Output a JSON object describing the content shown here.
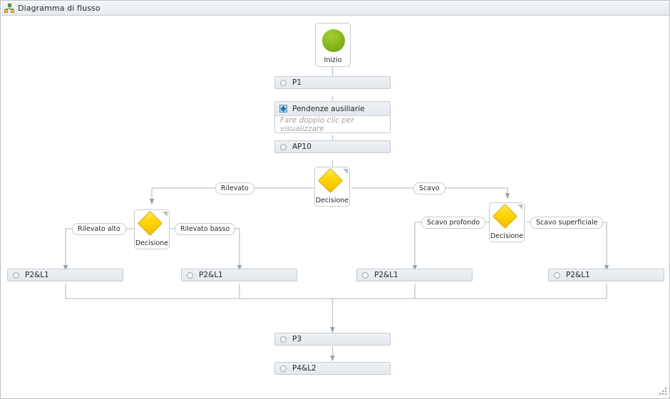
{
  "window": {
    "title": "Diagramma di flusso",
    "title_icon": "hierarchy-icon",
    "resize_grip": "resize-grip-icon"
  },
  "colors": {
    "decision_fill": "#ffd300",
    "start_fill": "#8cbd1e",
    "node_bg": "#e8ebee",
    "node_border": "#c6ccd2",
    "edge": "#aab4bf",
    "hint_text": "#a9a2a2"
  },
  "diagram": {
    "start": {
      "label": "Inizio",
      "icon": "green-circle-icon"
    },
    "nodes": [
      {
        "id": "p1",
        "label": "P1",
        "icon": "circle-outline-icon"
      },
      {
        "id": "ap10",
        "label": "AP10",
        "icon": "circle-outline-icon"
      },
      {
        "id": "p2l1_a",
        "label": "P2&L1",
        "icon": "circle-outline-icon"
      },
      {
        "id": "p2l1_b",
        "label": "P2&L1",
        "icon": "circle-outline-icon"
      },
      {
        "id": "p2l1_c",
        "label": "P2&L1",
        "icon": "circle-outline-icon"
      },
      {
        "id": "p2l1_d",
        "label": "P2&L1",
        "icon": "circle-outline-icon"
      },
      {
        "id": "p3",
        "label": "P3",
        "icon": "circle-outline-icon"
      },
      {
        "id": "p4l2",
        "label": "P4&L2",
        "icon": "circle-outline-icon"
      }
    ],
    "composite": {
      "title": "Pendenze ausiliarie",
      "hint": "Fare doppio clic per visualizzare",
      "icon": "blue-expand-icon"
    },
    "decisions": [
      {
        "id": "dec_main",
        "label": "Decisione"
      },
      {
        "id": "dec_left",
        "label": "Decisione"
      },
      {
        "id": "dec_right",
        "label": "Decisione"
      }
    ],
    "edge_labels": [
      {
        "id": "rilevato",
        "label": "Rilevato"
      },
      {
        "id": "scavo",
        "label": "Scavo"
      },
      {
        "id": "rilevato_alto",
        "label": "Rilevato alto"
      },
      {
        "id": "rilevato_basso",
        "label": "Rilevato basso"
      },
      {
        "id": "scavo_profondo",
        "label": "Scavo profondo"
      },
      {
        "id": "scavo_superficiale",
        "label": "Scavo superficiale"
      }
    ]
  }
}
